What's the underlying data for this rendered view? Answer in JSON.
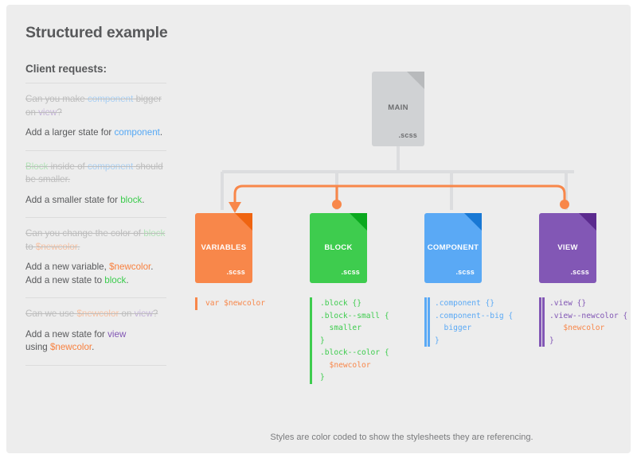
{
  "page": {
    "title": "Structured example",
    "section_title": "Client requests:",
    "caption": "Styles are color coded to show the stylesheets they are referencing.",
    "background": "#ededed",
    "text_color": "#58595b"
  },
  "colors": {
    "variables": "#f8874a",
    "block": "#3ecc4e",
    "component": "#5aa9f5",
    "view": "#8257b5",
    "main": "#d0d2d4",
    "connector_gray": "#dcdddf",
    "strikethrough": "#bdbdbd"
  },
  "requests": [
    {
      "old": {
        "parts": [
          {
            "text": "Can you make ",
            "kind": "plain"
          },
          {
            "text": "component",
            "kind": "component"
          },
          {
            "text": " bigger on ",
            "kind": "plain"
          },
          {
            "text": "view",
            "kind": "view"
          },
          {
            "text": "?",
            "kind": "plain"
          }
        ]
      },
      "new": {
        "parts": [
          {
            "text": "Add a larger state for ",
            "kind": "plain"
          },
          {
            "text": "component",
            "kind": "component"
          },
          {
            "text": ".",
            "kind": "plain"
          }
        ]
      }
    },
    {
      "old": {
        "parts": [
          {
            "text": "Block",
            "kind": "block"
          },
          {
            "text": " inside of ",
            "kind": "plain"
          },
          {
            "text": "component",
            "kind": "component"
          },
          {
            "text": " should be smaller.",
            "kind": "plain"
          }
        ]
      },
      "new": {
        "parts": [
          {
            "text": "Add a smaller state for ",
            "kind": "plain"
          },
          {
            "text": "block",
            "kind": "block"
          },
          {
            "text": ".",
            "kind": "plain"
          }
        ]
      }
    },
    {
      "old": {
        "parts": [
          {
            "text": "Can you change the color of ",
            "kind": "plain"
          },
          {
            "text": "block",
            "kind": "block"
          },
          {
            "text": " to ",
            "kind": "plain"
          },
          {
            "text": "$newcolor",
            "kind": "var"
          },
          {
            "text": ".",
            "kind": "plain"
          }
        ]
      },
      "new": {
        "parts": [
          {
            "text": "Add a new variable, ",
            "kind": "plain"
          },
          {
            "text": "$newcolor",
            "kind": "var"
          },
          {
            "text": ".\nAdd a new state to ",
            "kind": "plain"
          },
          {
            "text": "block",
            "kind": "block"
          },
          {
            "text": ".",
            "kind": "plain"
          }
        ]
      }
    },
    {
      "old": {
        "parts": [
          {
            "text": "Can we use ",
            "kind": "plain"
          },
          {
            "text": "$newcolor",
            "kind": "var"
          },
          {
            "text": " on ",
            "kind": "plain"
          },
          {
            "text": "view",
            "kind": "view"
          },
          {
            "text": "?",
            "kind": "plain"
          }
        ]
      },
      "new": {
        "parts": [
          {
            "text": "Add a new state for ",
            "kind": "plain"
          },
          {
            "text": "view",
            "kind": "view"
          },
          {
            "text": "\nusing ",
            "kind": "plain"
          },
          {
            "text": "$newcolor",
            "kind": "var"
          },
          {
            "text": ".",
            "kind": "plain"
          }
        ]
      }
    }
  ],
  "files": {
    "main": {
      "name": "MAIN",
      "ext": ".scss"
    },
    "variables": {
      "name": "VARIABLES",
      "ext": ".scss"
    },
    "block": {
      "name": "BLOCK",
      "ext": ".scss"
    },
    "component": {
      "name": "COMPONENT",
      "ext": ".scss"
    },
    "view": {
      "name": "VIEW",
      "ext": ".scss"
    }
  },
  "code": {
    "variables": [
      [
        {
          "t": "var $newcolor",
          "c": "base"
        }
      ]
    ],
    "block": [
      [
        {
          "t": ".block {}",
          "c": "base"
        }
      ],
      [
        {
          "t": ".block--small {",
          "c": "base"
        }
      ],
      [
        {
          "t": "  smaller",
          "c": "base"
        }
      ],
      [
        {
          "t": "}",
          "c": "base"
        }
      ],
      [
        {
          "t": ".block--color {",
          "c": "base"
        }
      ],
      [
        {
          "t": "  $newcolor",
          "c": "orange"
        }
      ],
      [
        {
          "t": "}",
          "c": "base"
        }
      ]
    ],
    "component": [
      [
        {
          "t": ".component {}",
          "c": "base"
        }
      ],
      [
        {
          "t": ".component--big {",
          "c": "base"
        }
      ],
      [
        {
          "t": "  bigger",
          "c": "base"
        }
      ],
      [
        {
          "t": "}",
          "c": "base"
        }
      ]
    ],
    "view": [
      [
        {
          "t": ".view {}",
          "c": "base"
        }
      ],
      [
        {
          "t": ".view--newcolor {",
          "c": "base"
        }
      ],
      [
        {
          "t": "   $newcolor",
          "c": "orange"
        }
      ],
      [
        {
          "t": "}",
          "c": "base"
        }
      ]
    ]
  }
}
